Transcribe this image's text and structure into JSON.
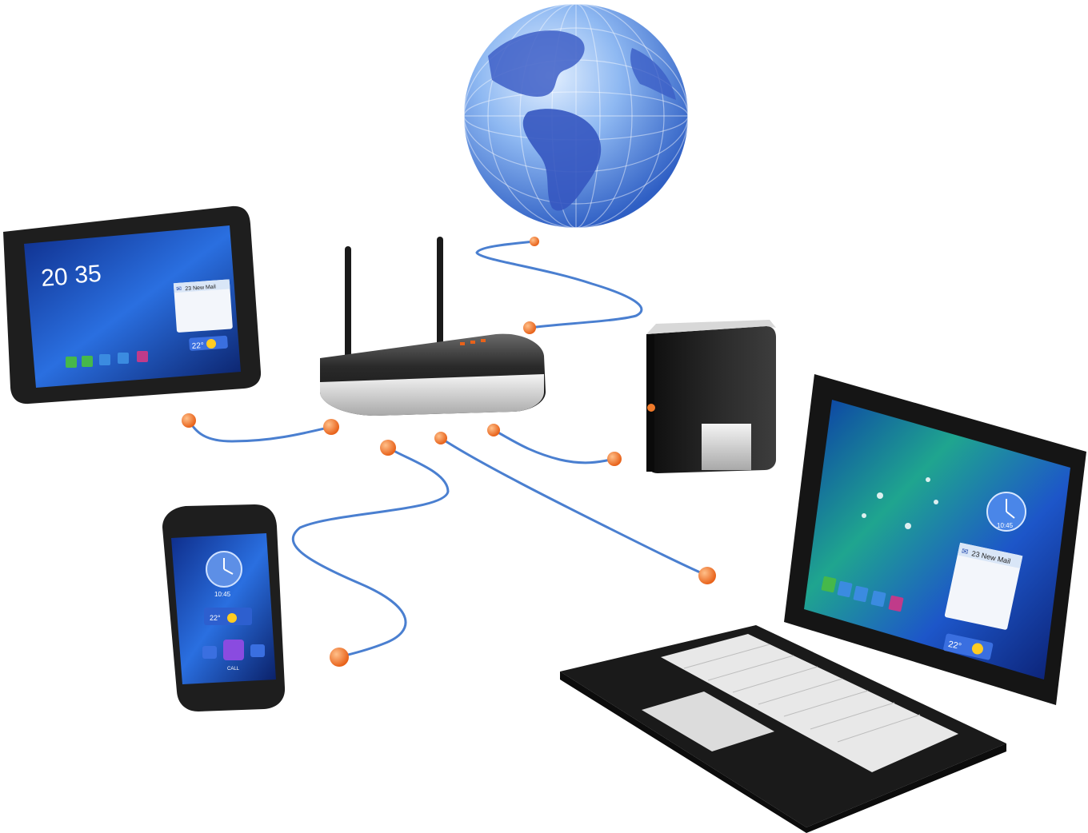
{
  "tablet": {
    "clock_hours": "20",
    "clock_minutes": "35",
    "mail_badge": "23 New Mail",
    "temperature": "22°"
  },
  "phone": {
    "clock_time": "10:45",
    "temperature": "22°",
    "call_label": "CALL"
  },
  "laptop": {
    "clock_time": "10:45",
    "mail_badge": "23 New Mail",
    "temperature": "22°"
  },
  "colors": {
    "cable": "#4a7fd0",
    "connector": "#f07a2a",
    "screen": "#1c4fc0",
    "globe": "#5b8fe0",
    "device_body": "#1e1e1e"
  },
  "icons": [
    "globe-icon",
    "router-icon",
    "server-icon",
    "tablet-icon",
    "phone-icon",
    "laptop-icon",
    "clock-icon",
    "mail-icon",
    "sun-icon",
    "call-icon"
  ]
}
